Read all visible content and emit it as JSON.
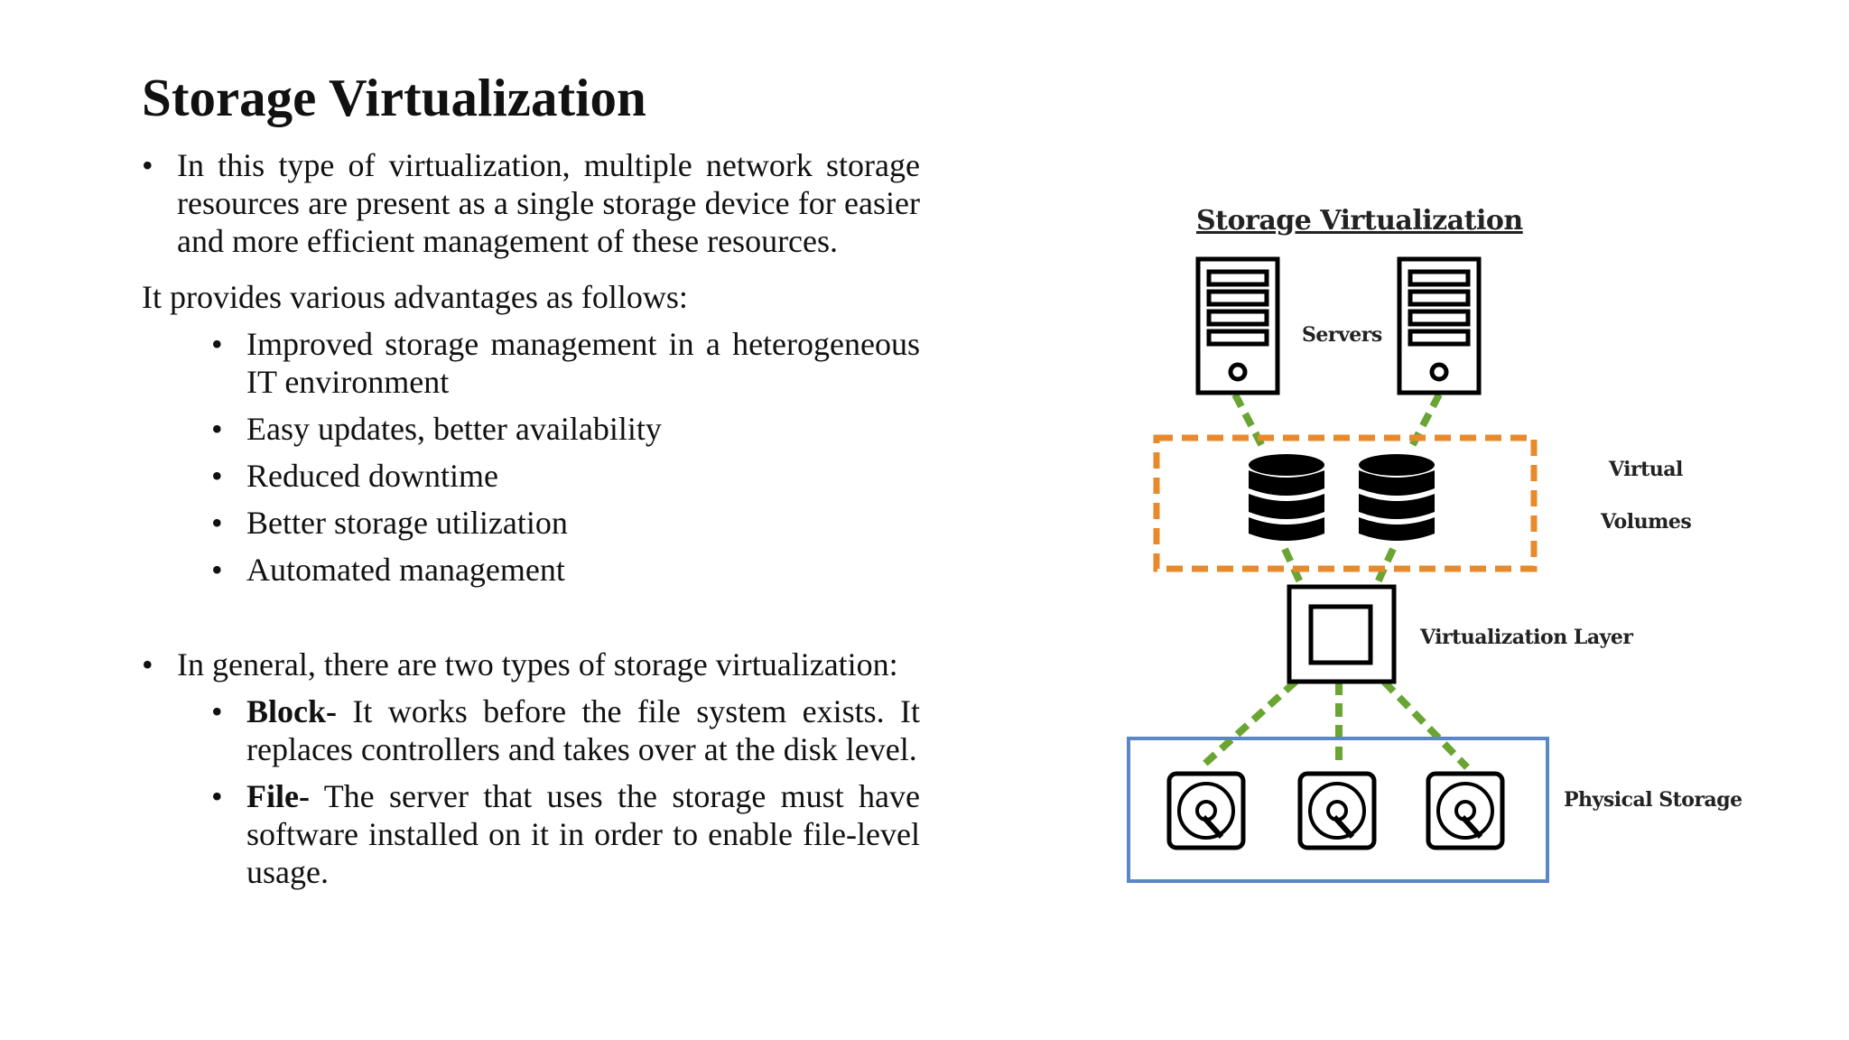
{
  "title": "Storage Virtualization",
  "intro_bullet": "In this type of virtualization, multiple network storage resources are present as a single storage device for easier and more efficient management of these resources.",
  "advantages_lead": "It provides various advantages as follows:",
  "advantages": [
    "Improved storage management in a heterogeneous IT environment",
    "Easy updates, better availability",
    "Reduced downtime",
    "Better storage utilization",
    "Automated management"
  ],
  "types_bullet": "In general, there are two types of storage virtualization:",
  "types": [
    {
      "name": "Block-",
      "desc": "It works before the file system exists. It replaces controllers and takes over at the disk level."
    },
    {
      "name": "File-",
      "desc": "The server that uses the storage must have software installed on it in order to enable file-level usage."
    }
  ],
  "bullet_glyph": "•",
  "diagram": {
    "title": "Storage Virtualization",
    "servers_label": "Servers",
    "virtual_label_1": "Virtual",
    "virtual_label_2": "Volumes",
    "layer_label": "Virtualization Layer",
    "physical_label": "Physical Storage",
    "colors": {
      "virtual_box": "#e8892b",
      "physical_box": "#5b86c8",
      "connector": "#6aa533"
    }
  }
}
